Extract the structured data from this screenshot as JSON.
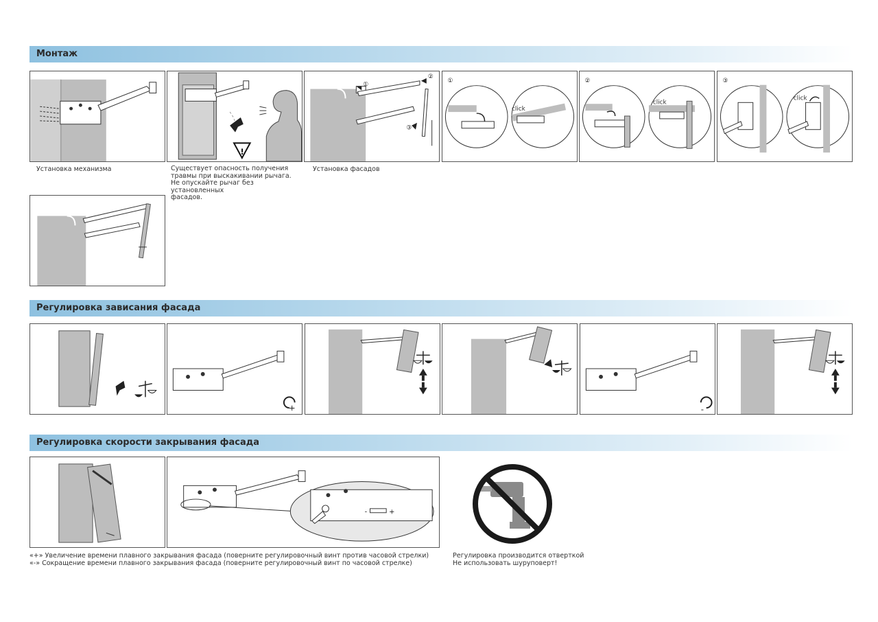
{
  "sections": {
    "mounting": {
      "title": "Монтаж"
    },
    "tilt": {
      "title": "Регулировка зависания фасада"
    },
    "speed": {
      "title": "Регулировка скорости закрывания фасада"
    }
  },
  "captions": {
    "mechanism_install": "Установка механизма",
    "warning": "Существует опасность получения\nтравмы при выскакивании рычага.\nНе опускайте рычаг без установленных\nфасадов.",
    "facade_install": "Установка фасадов",
    "speed_notes": "«+» Увеличение времени плавного закрывания фасада (поверните регулировочный винт против часовой стрелки)\n«-» Сокращение времени плавного закрывания фасада (поверните регулировочный винт по часовой стрелке)",
    "screwdriver_note": "Регулировка производится отверткой\nНе использовать шуруповерт!"
  },
  "steps": {
    "one": "①",
    "two": "②",
    "three": "③"
  },
  "click_label": "click",
  "icons": [
    "warning-icon",
    "arrow-icon",
    "scales-icon",
    "rotate-plus-icon",
    "rotate-minus-icon",
    "no-drill-icon"
  ]
}
